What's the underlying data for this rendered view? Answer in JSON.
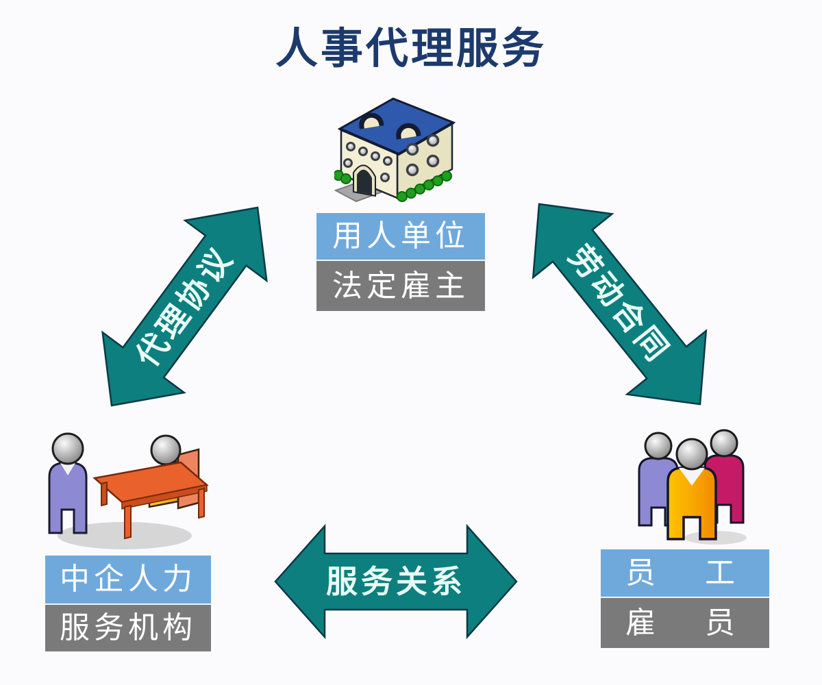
{
  "title": "人事代理服务",
  "colors": {
    "background": "#FBFBFD",
    "title_text": "#1C3A6C",
    "arrow_fill": "#0D7F7E",
    "arrow_outline": "#0A3947",
    "arrow_label_text": "#E8FBF5",
    "node_primary_bg": "#6FA9DC",
    "node_secondary_bg": "#7A7A7A",
    "node_text": "#FFFFFF"
  },
  "nodes": {
    "employer": {
      "icon": "office-building-icon",
      "primary": "用人单位",
      "secondary": "法定雇主"
    },
    "agency": {
      "icon": "meeting-table-icon",
      "primary": "中企人力",
      "secondary": "服务机构"
    },
    "employee": {
      "icon": "people-group-icon",
      "primary": "员　工",
      "secondary": "雇　员"
    }
  },
  "relations": {
    "agency_agreement": "代理协议",
    "labor_contract": "劳动合同",
    "service_relation": "服务关系"
  }
}
